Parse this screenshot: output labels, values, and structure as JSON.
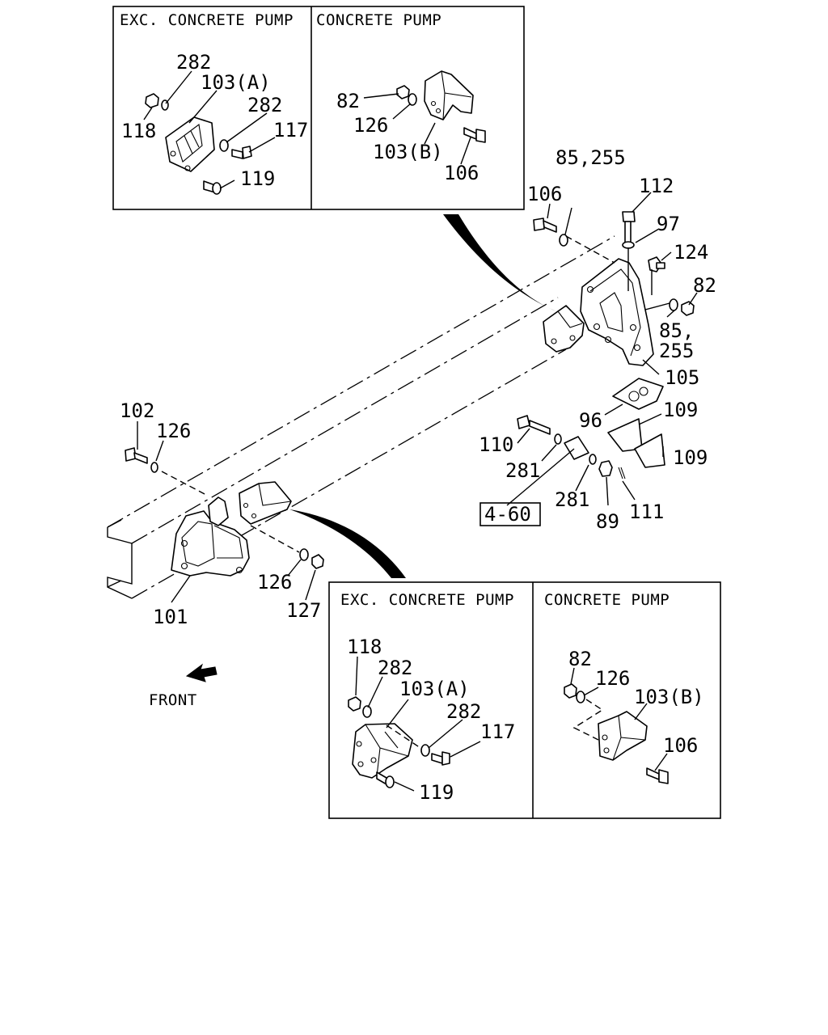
{
  "insets": {
    "top_left": {
      "title": "EXC. CONCRETE PUMP"
    },
    "top_right": {
      "title": "CONCRETE PUMP"
    },
    "bottom_left": {
      "title": "EXC. CONCRETE PUMP"
    },
    "bottom_right": {
      "title": "CONCRETE PUMP"
    }
  },
  "labels": {
    "tl_282a": "282",
    "tl_103a": "103(A)",
    "tl_118": "118",
    "tl_282b": "282",
    "tl_117": "117",
    "tl_119": "119",
    "tr_82": "82",
    "tr_126": "126",
    "tr_103b": "103(B)",
    "tr_106": "106",
    "m_85_255_top": "85,255",
    "m_106": "106",
    "m_112": "112",
    "m_97": "97",
    "m_124": "124",
    "m_82": "82",
    "m_85": "85,",
    "m_255": "255",
    "m_105": "105",
    "m_96": "96",
    "m_109a": "109",
    "m_109b": "109",
    "m_110": "110",
    "m_281a": "281",
    "m_281b": "281",
    "m_89": "89",
    "m_111": "111",
    "m_ref": "4-60",
    "m_102": "102",
    "m_126a": "126",
    "m_126b": "126",
    "m_127": "127",
    "m_101": "101",
    "front": "FRONT",
    "bl_118": "118",
    "bl_282a": "282",
    "bl_103a": "103(A)",
    "bl_282b": "282",
    "bl_117": "117",
    "bl_119": "119",
    "br_82": "82",
    "br_126": "126",
    "br_103b": "103(B)",
    "br_106": "106"
  }
}
